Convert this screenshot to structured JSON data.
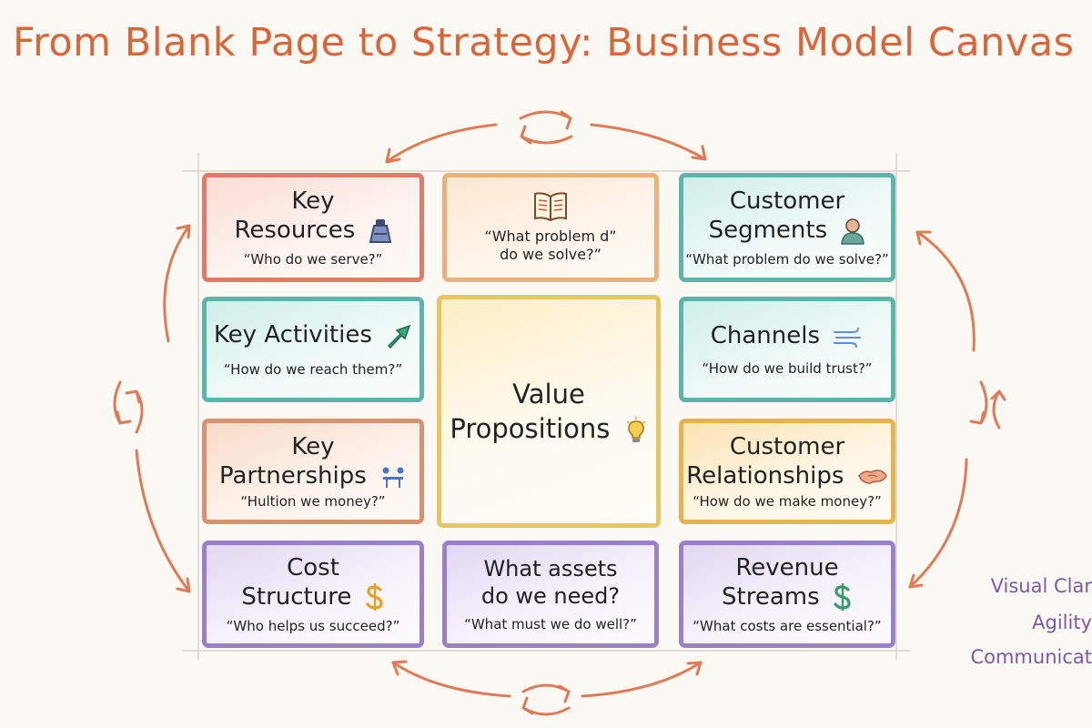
{
  "title": "From Blank Page to Strategy: Business Model Canvas",
  "blocks": {
    "key_resources": {
      "heading": [
        "Key",
        "Resources"
      ],
      "question": "“Who do we serve?”",
      "icon": "flask-icon"
    },
    "top_center": {
      "question_lines": [
        "“What problem d”",
        "do we solve?”"
      ],
      "icon": "open-book-icon"
    },
    "customer_segments": {
      "heading": [
        "Customer",
        "Segments"
      ],
      "question": "“What problem do we solve?”",
      "icon": "person-icon"
    },
    "key_activities": {
      "heading": [
        "Key Activities"
      ],
      "question": "“How do we reach them?”",
      "icon": "arrow-up-right-icon"
    },
    "value_propositions": {
      "heading": [
        "Value",
        "Propositions"
      ],
      "icon": "lightbulb-icon"
    },
    "channels": {
      "heading": [
        "Channels"
      ],
      "question": "“How do we build trust?”",
      "icon": "wind-icon"
    },
    "key_partnerships": {
      "heading": [
        "Key",
        "Partnerships"
      ],
      "question": "“Hultion we money?”",
      "icon": "people-table-icon"
    },
    "customer_relationships": {
      "heading": [
        "Customer",
        "Relationships"
      ],
      "question": "“How do we make money?”",
      "icon": "handshake-icon"
    },
    "cost_structure": {
      "heading": [
        "Cost",
        "Structure"
      ],
      "question": "“Who helps us succeed?”",
      "icon": "dollar-icon"
    },
    "bottom_center": {
      "heading": [
        "What assets",
        "do we need?"
      ],
      "question": "“What must we do well?”"
    },
    "revenue_streams": {
      "heading": [
        "Revenue",
        "Streams"
      ],
      "question": "“What costs are essential?”",
      "icon": "dollar-icon"
    }
  },
  "side_notes": [
    "Visual Clar",
    "Agility",
    "Communicat"
  ],
  "colors": {
    "title": "#d9663a",
    "arrow": "#e07a55",
    "red": "#e07a6a",
    "orange": "#eab27a",
    "teal": "#5bb5a8",
    "yellow": "#e8c560",
    "copper": "#d99270",
    "gold": "#e8b24e",
    "purple": "#9a80c8",
    "side_text": "#7e57a8"
  }
}
